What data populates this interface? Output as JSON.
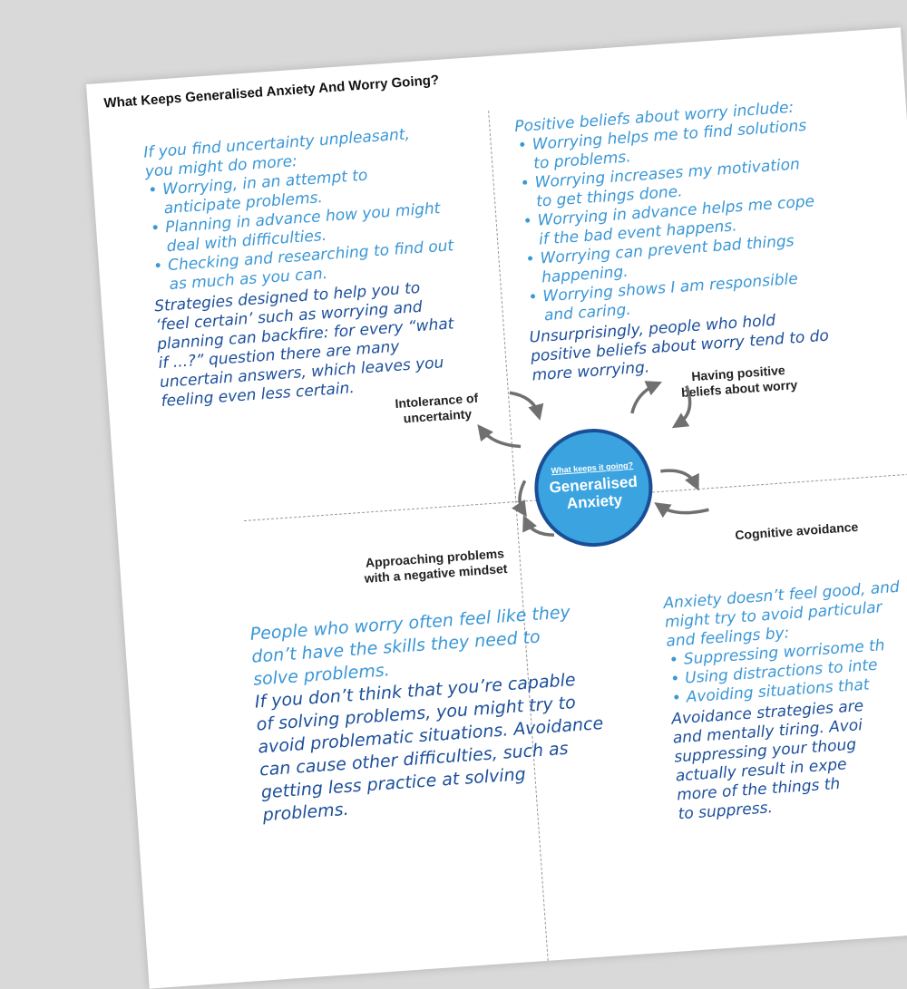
{
  "title": "What Keeps Generalised Anxiety And Worry Going?",
  "center": {
    "kicker": "What keeps it going?",
    "line1": "Generalised",
    "line2": "Anxiety"
  },
  "labels": {
    "top_left": [
      "Intolerance of",
      "uncertainty"
    ],
    "top_right": [
      "Having positive",
      "beliefs about worry"
    ],
    "bottom_left": [
      "Approaching problems",
      "with a negative mindset"
    ],
    "bottom_right": [
      "Cognitive avoidance"
    ]
  },
  "q1": {
    "intro": [
      "If you find uncertainty unpleasant,",
      "you might do more:"
    ],
    "bullets": [
      [
        "Worrying, in an attempt to",
        "anticipate problems."
      ],
      [
        "Planning in advance how you might",
        "deal with difficulties."
      ],
      [
        "Checking and researching to find out",
        "as much as you can."
      ]
    ],
    "body": [
      "Strategies designed to help you to",
      "‘feel certain’ such as worrying and",
      "planning can backfire: for every “what",
      "if ...?” question there are many",
      "uncertain answers, which leaves you",
      "feeling even less certain."
    ]
  },
  "q2": {
    "intro": [
      "Positive beliefs about worry include:"
    ],
    "bullets": [
      [
        "Worrying helps me to find solutions",
        "to problems."
      ],
      [
        "Worrying increases my motivation",
        "to get things done."
      ],
      [
        "Worrying in advance helps me cope",
        "if the bad event happens."
      ],
      [
        "Worrying can prevent bad things",
        "happening."
      ],
      [
        "Worrying shows I am responsible",
        "and caring."
      ]
    ],
    "body": [
      "Unsurprisingly, people who hold",
      "positive beliefs about worry tend to do",
      "more worrying."
    ]
  },
  "q3": {
    "intro": [
      "People who worry often feel like they",
      "don’t have the skills they need to",
      "solve problems."
    ],
    "body": [
      "If you don’t think that you’re capable",
      "of solving problems, you might try to",
      "avoid problematic situations. Avoidance",
      "can cause other difficulties, such as",
      "getting less practice at solving",
      "problems."
    ]
  },
  "q4": {
    "intro": [
      "Anxiety doesn’t feel good, and",
      "might try to avoid particular",
      "and feelings by:"
    ],
    "bullets": [
      [
        "Suppressing worrisome th"
      ],
      [
        "Using distractions to inte"
      ],
      [
        "Avoiding situations that"
      ]
    ],
    "body": [
      "Avoidance strategies are",
      "and mentally tiring. Avoi",
      "suppressing your thoug",
      "actually result in expe",
      "more of the things th",
      "to suppress."
    ]
  },
  "colors": {
    "intro_text": "#3a97d6",
    "body_text": "#1c4f9b",
    "circle_fill": "#3aa3e0",
    "circle_border": "#1a4f96",
    "arrow": "#707070"
  }
}
